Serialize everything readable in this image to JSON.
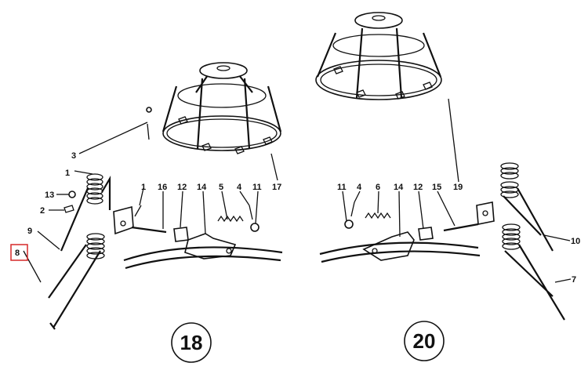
{
  "labels": {
    "l1a": "1",
    "l1b": "1",
    "l2": "2",
    "l3": "3",
    "l4a": "4",
    "l4b": "4",
    "l5": "5",
    "l6": "6",
    "l7": "7",
    "l8": "8",
    "l9": "9",
    "l10": "10",
    "l11a": "11",
    "l11b": "11",
    "l12a": "12",
    "l12b": "12",
    "l13": "13",
    "l14a": "14",
    "l14b": "14",
    "l15": "15",
    "l16": "16",
    "l17": "17",
    "l19": "19"
  },
  "assemblies": {
    "left": "18",
    "right": "20"
  },
  "highlight": {
    "color": "#d62828"
  }
}
